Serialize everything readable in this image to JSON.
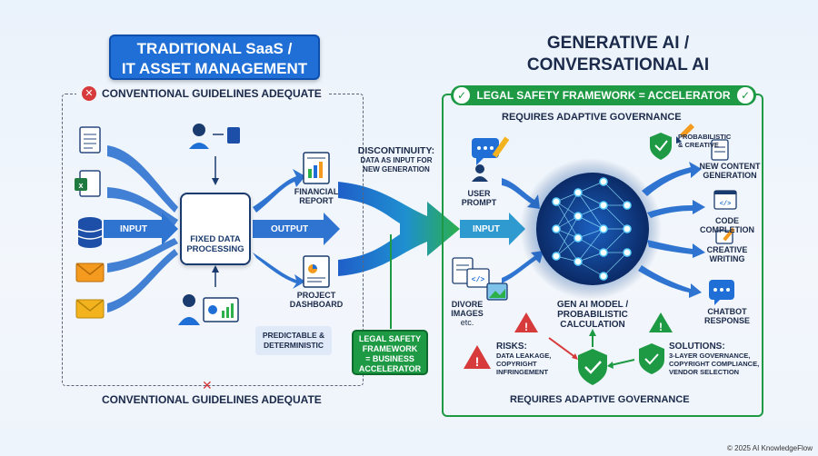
{
  "left": {
    "title_line1": "TRADITIONAL SaaS /",
    "title_line2": "IT ASSET MANAGEMENT",
    "label_top": "CONVENTIONAL GUIDELINES ADEQUATE",
    "label_bottom": "CONVENTIONAL GUIDELINES ADEQUATE",
    "input_label": "INPUT",
    "output_label": "OUTPUT",
    "process_line1": "FIXED DATA",
    "process_line2": "PROCESSING",
    "financial_line1": "FINANCIAL",
    "financial_line2": "REPORT",
    "project_line1": "PROJECT",
    "project_line2": "DASHBOARD",
    "predictable_line1": "PREDICTABLE &",
    "predictable_line2": "DETERMINISTIC"
  },
  "center": {
    "discontinuity_line1": "DISCONTINUITY:",
    "discontinuity_line2": "DATA AS INPUT FOR",
    "discontinuity_line3": "NEW GENERATION",
    "legal_line1": "LEGAL SAFETY",
    "legal_line2": "FRAMEWORK",
    "legal_line3": "= BUSINESS",
    "legal_line4": "ACCELERATOR"
  },
  "right": {
    "title_line1": "GENERATIVE AI /",
    "title_line2": "CONVERSATIONAL AI",
    "banner": "LEGAL SAFETY FRAMEWORK = ACCELERATOR",
    "governance_top": "REQUIRES ADAPTIVE GOVERNANCE",
    "governance_bottom": "REQUIRES ADAPTIVE GOVERNANCE",
    "user_line1": "USER",
    "user_line2": "PROMPT",
    "input_label": "INPUT",
    "diverse_line1": "DIVORE",
    "diverse_line2": "IMAGES",
    "diverse_line3": "etc.",
    "prob_line1": "PROBABILISTIC",
    "prob_line2": "& CREATIVE",
    "out1_line1": "NEW CONTENT",
    "out1_line2": "GENERATION",
    "out2_line1": "CODE",
    "out2_line2": "COMPLETION",
    "out3_line1": "CREATIVE",
    "out3_line2": "WRITING",
    "out4_line1": "CHATBOT",
    "out4_line2": "RESPONSE",
    "model_line1": "GEN AI MODEL /",
    "model_line2": "PROBABILISTIC",
    "model_line3": "CALCULATION",
    "risks_title": "RISKS:",
    "risks_line1": "DATA LEAKAGE,",
    "risks_line2": "COPYRIGHT",
    "risks_line3": "INFRINGEMENT",
    "solutions_title": "SOLUTIONS:",
    "solutions_line1": "3-LAYER GOVERNANCE,",
    "solutions_line2": "COPYRIGHT COMPLIANCE,",
    "solutions_line3": "VENDOR SELECTION"
  },
  "footer": "© 2025 AI KnowledgeFlow",
  "colors": {
    "blue": "#1f6fd6",
    "green": "#1e9a45",
    "red": "#d63a3a",
    "navy": "#1a3b6e"
  }
}
